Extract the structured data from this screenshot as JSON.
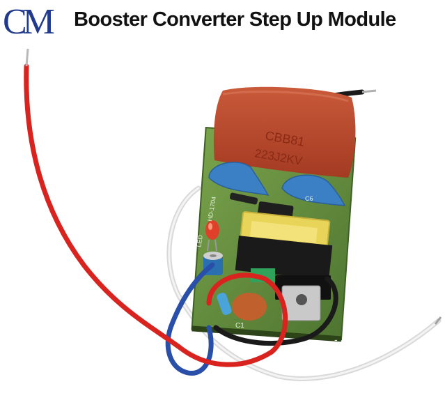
{
  "header": {
    "logo_text": "CM",
    "title": "Booster Converter Step Up Module"
  },
  "photo": {
    "capacitor_marking_line1": "CBB81",
    "capacitor_marking_line2": "223J2KV",
    "pcb_label_led": "LED",
    "pcb_label_code": "HD-1704",
    "pcb_label_c6": "C6",
    "pcb_label_c1": "C1",
    "pcb_label_plus": "+",
    "pcb_label_minus": "-"
  },
  "colors": {
    "logo_blue": "#223a8c",
    "title_black": "#111111",
    "capacitor_red": "#b8452a",
    "pcb_green": "#5f8a3c",
    "ceramic_blue": "#3b7fc4",
    "wire_red": "#d8231f",
    "wire_black": "#1a1a1a",
    "wire_white": "#e8e8e8",
    "wire_blue": "#2a4fa8",
    "transformer_yellow": "#e9d45a"
  }
}
